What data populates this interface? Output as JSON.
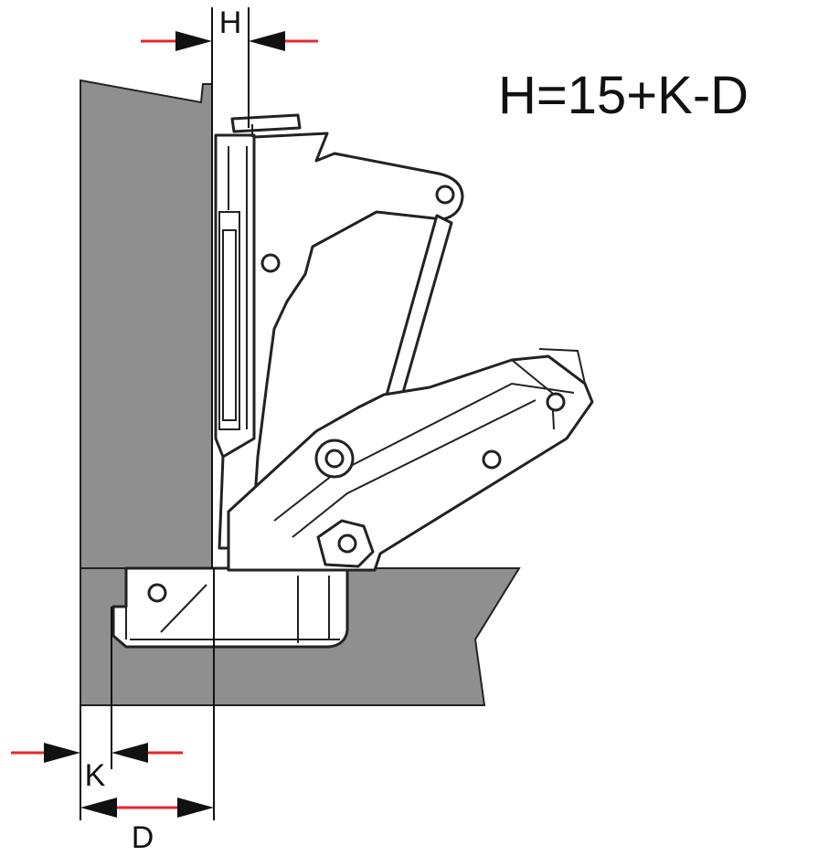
{
  "formula": "H=15+K-D",
  "dimensions": {
    "h_label": "H",
    "k_label": "K",
    "d_label": "D"
  },
  "colors": {
    "panel": "#8f8f8f",
    "line": "#222222",
    "arrow_red": "#e8262d",
    "background": "#ffffff"
  }
}
